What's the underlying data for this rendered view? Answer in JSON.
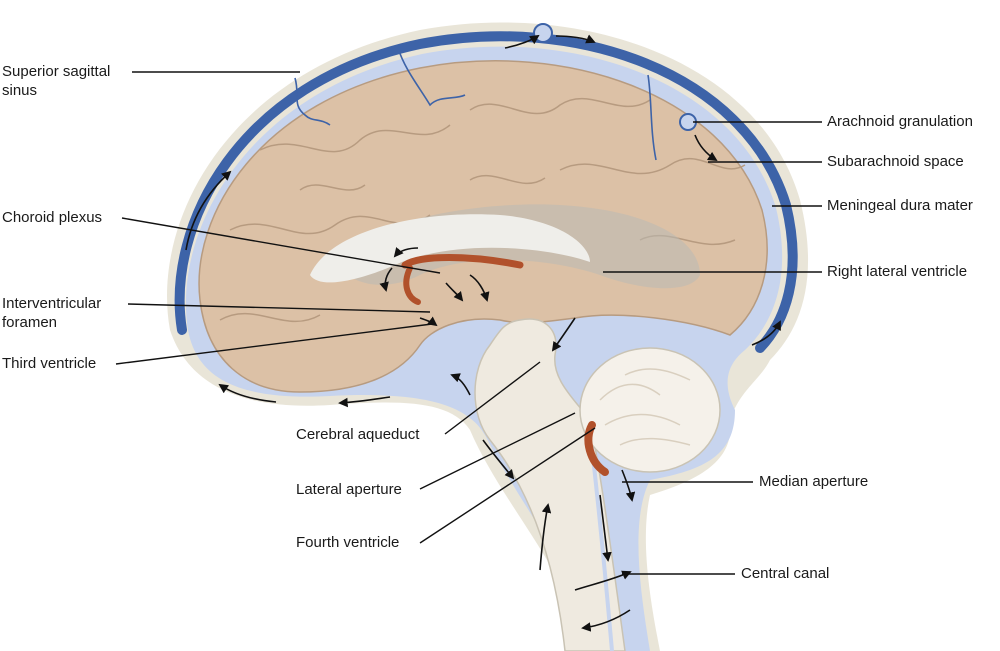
{
  "labels": {
    "superior_sagittal_sinus": [
      "Superior sagittal",
      "sinus"
    ],
    "choroid_plexus": "Choroid plexus",
    "interventricular_foramen": [
      "Interventricular",
      "foramen"
    ],
    "third_ventricle": "Third ventricle",
    "cerebral_aqueduct": "Cerebral aqueduct",
    "lateral_aperture": "Lateral aperture",
    "fourth_ventricle": "Fourth ventricle",
    "arachnoid_granulation": "Arachnoid granulation",
    "subarachnoid_space": "Subarachnoid space",
    "meningeal_dura_mater": "Meningeal dura mater",
    "right_lateral_ventricle": "Right lateral ventricle",
    "median_aperture": "Median aperture",
    "central_canal": "Central canal"
  },
  "colors": {
    "dura": "#3d63a8",
    "csf": "#c7d4ee",
    "skull": "#e9e5d8",
    "brain": "#dcc1a6",
    "choroid": "#b1512b"
  }
}
